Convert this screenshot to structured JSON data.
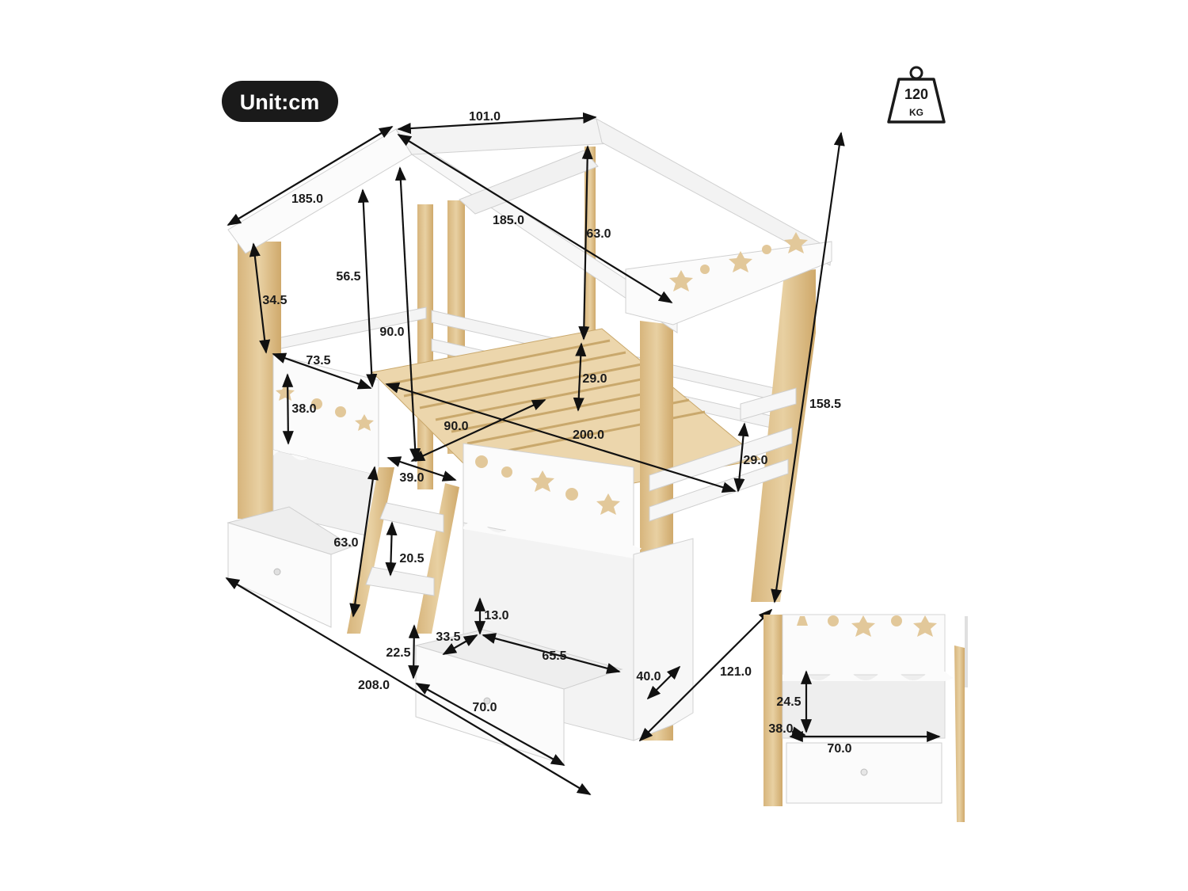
{
  "unit_badge": {
    "label": "Unit:cm"
  },
  "weight_icon": {
    "value": "120",
    "unit": "KG"
  },
  "dimensions": {
    "roof_top_width": "101.0",
    "roof_left_slope": "185.0",
    "roof_right_slope": "185.0",
    "roof_peak_height": "63.0",
    "roof_post_height": "56.5",
    "front_post_upper": "34.5",
    "inner_height": "90.0",
    "front_rail_width": "73.5",
    "guard_rail_back": "29.0",
    "total_height": "158.5",
    "bed_width": "90.0",
    "bed_length": "200.0",
    "guard_rail_front": "29.0",
    "front_panel_height": "38.0",
    "ladder_width": "39.0",
    "ladder_height": "63.0",
    "step_spacing": "20.5",
    "drawer_height_gap": "13.0",
    "drawer_inner_depth": "33.5",
    "drawer_inner_width": "65.5",
    "drawer_height": "22.5",
    "drawer_width": "70.0",
    "side_depth": "40.0",
    "total_depth": "121.0",
    "total_length": "208.0"
  },
  "inset": {
    "cubby_height": "24.5",
    "cubby_depth": "38.0",
    "drawer_width": "70.0"
  },
  "colors": {
    "wood": "#e2c89a",
    "wood_dark": "#c9a86c",
    "white": "#fbfbfb",
    "outline": "#c9c9c9",
    "badge": "#1a1a1a"
  }
}
